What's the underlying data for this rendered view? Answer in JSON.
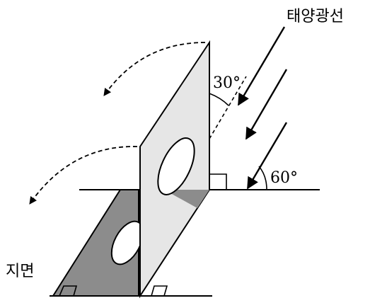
{
  "labels": {
    "sunlight": "태양광선",
    "ground": "지면",
    "angle_top": "30°",
    "angle_right": "60°"
  },
  "colors": {
    "shadow": "#8c8c8c",
    "panel": "#e6e6e6",
    "stroke": "#000000",
    "background": "#ffffff"
  }
}
